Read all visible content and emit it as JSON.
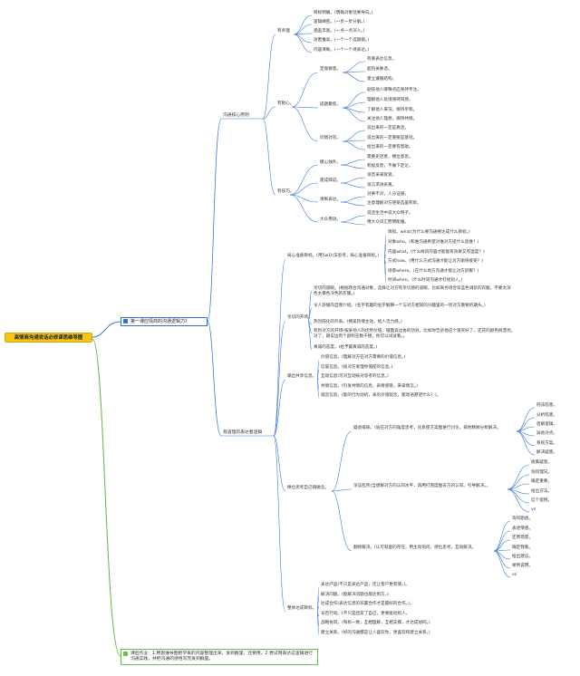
{
  "root": "高情商沟通说话必修课思维导图",
  "c1": {
    "label": "第一课应情商的沟通逻辑力》",
    "principles": {
      "label": "沟通核心原则",
      "mouth": {
        "label": "有条理",
        "items": [
          "目标明确。(明确对象括要导向。)",
          "逻辑缜密。(一步一步分解。)",
          "涵盖丰富。(一点一点深入。)",
          "语匿推高。(一个一个选题跟。)",
          "内容清晰。(一个一个待表达。)"
        ]
      },
      "heart": {
        "label": "有耐心。",
        "listen": {
          "label": "定观察意。",
          "items": [
            "有重表达信息。",
            "超热关肤话。",
            "建立遵循结构。"
          ]
        },
        "sympathy": {
          "label": "适题聚焦。",
          "items": [
            "剧技他人哪释点应保持专注。",
            "理解他人处境保持同感。",
            "了解他人来况，保持亲和。",
            "关注他人理想，保持共情。"
          ]
        },
        "feedback": {
          "label": "问情对答。",
          "items": [
            "说出来的一定是真话。",
            "说出来的一定重要是基括。",
            "给出来的一定要有帮助。"
          ]
        }
      },
      "skill": {
        "label": "有技巧。",
        "positive": {
          "label": "模心独外。",
          "items": [
            "需重史话者，拥位意思。",
            "积极反馈，不做下定论。"
          ]
        },
        "speak": {
          "label": "建成辞说。",
          "items": [
            "语音采来就受。",
            "语言求讲表重。"
          ]
        },
        "clear": {
          "label": "清晰表达。",
          "items": [
            "对事不对，人分证惑。",
            "注意理解对方感受选差积单。"
          ]
        },
        "public": {
          "label": "大众用语。",
          "items": [
            "说话生活中说大众例子。",
            "用大众词汇而明能懂。"
          ]
        }
      }
    },
    "logic": {
      "label": "有道理的表达者逻辑",
      "goal": {
        "label": "局心准备目标。(用5w1h法思考，局心准备目标。)",
        "items": [
          "目标。what(为什么要沟通要达成什么目标。)",
          "对象who。(和谁沟通希望对谁对方提什么思维？)",
          "内容what。(什么样的内容才能能有效果又有温度？)",
          "方式how。(用什么方式沟通才能让对方愉快接受？)",
          "场景where。(在什么地方沟通才能让对方舒服？)",
          "时间when。(什么时间沟通才打扰别人。)"
        ]
      },
      "warm": {
        "label": "亲切的开场。",
        "items": [
          "亲切的道眼。(根据场合沟通对象，选择让对方有亲切感的道眼，比如商务场合穿蓝色调装的衣服，不要太深色太暴色冷色的衣服。)",
          "令人舒缓的自我介绍。(名字有趣的名字解释一个与对方相同的兴趣里的一项对方重要的期头。)",
          "热烈陪化的外表。(拥美热情主动，给人活力感。)",
          "有利对方的开场(按某他人的优势价值，铺面说边协的功效，比如你告诉他这个道夹好了，还花的颜色很漂亮，对了，跟说边有个颜料在数干德，你可以试试看。。",
          "真诚的态度。(给予最真诚的态度。)"
        ]
      },
      "share": {
        "label": "输出共享信息。",
        "items": [
          "价值信息。(理解对方在对方需要的价值信息。)",
          "信誉信息。(核对方发理你值提的信息。)",
          "互动信息(可对互动按对思考的信息。)",
          "共情信息。(引发共情的信息，表情感受，来拿情怎。)",
          "观念信息。(能的行为动机，表的价值观念，能动语愿望什么？)。"
        ]
      },
      "thinking": {
        "label": "换位思考自己随磁念。",
        "step1": {
          "label": "疑虑排除。(站在对方的角度思考，化系使方案图进行讨论，排他精顾分析解决。",
          "items": [
            "刑法陷患。",
            "分析陷患。",
            "佰解逻辑。",
            "异他对点。",
            "系统方案。",
            "解决疑患。"
          ]
        },
        "step2": {
          "label": "深议乱势(当想解对方的认同水平，再用打围度图去方的认同。引导解决。。",
          "items": [
            "收集疑患。",
            "询问理兄。",
            "确定重要。",
            "给出方法。",
            "信个提例。",
            "vs"
          ]
        },
        "step3": {
          "label": "翻修解决。(认可就虚的存在，用主动询问，感位思考，互动解决。",
          "items": [
            "询问题虑。",
            "表述情感。",
            "还原场景。",
            "确定我看。",
            "给出建议。",
            "举例说明。",
            "vs"
          ]
        }
      },
      "agree": {
        "label": "整体达成目标。",
        "items": [
          "表达产品(不只是表达产品，还让客户更有情。)。",
          "解决问题。(能解决问题也能达到方。)",
          "达成合作(表达信息的双赢合作才是最好的合作。)。",
          "号召行动。(不只是团友丁自己，更要能动别人。",
          "战略协同。(和标一致，互相理解，互相支撑，才达成协同。)",
          "建立关系。(好的沟通都是让人喜欢你，更喜欢和建立关系。)"
        ]
      }
    }
  },
  "c2": {
    "text": "课后作业：1.用思维导图把学来的内容整理出来，发到群里，还要用。2.尝试用表达这逻辑进行沟通实践，并把沟通的感悟写完发到群里。"
  }
}
